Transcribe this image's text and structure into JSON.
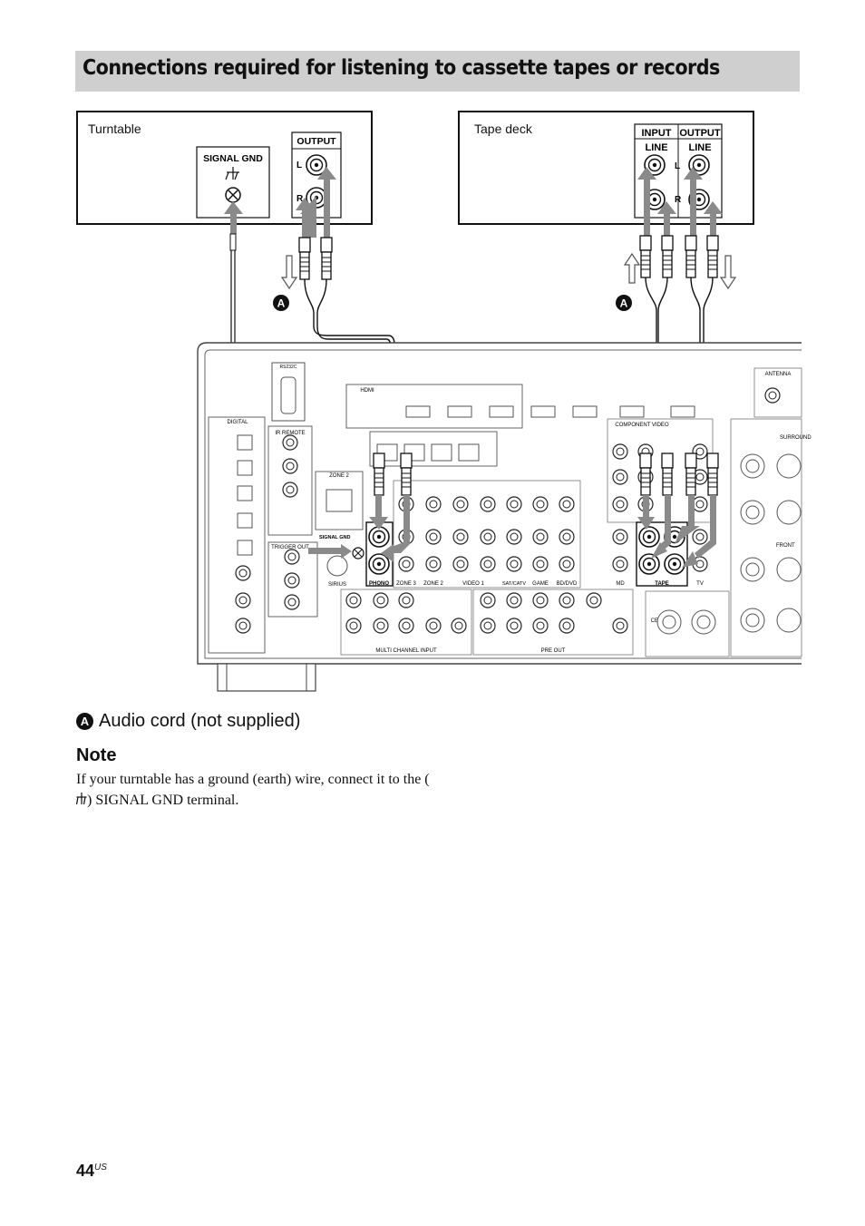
{
  "title": "Connections required for listening to cassette tapes or records",
  "turntable": {
    "label": "Turntable",
    "signal_gnd": "SIGNAL GND",
    "output": "OUTPUT",
    "ch_l": "L",
    "ch_r": "R"
  },
  "tape_deck": {
    "label": "Tape deck",
    "input": "INPUT",
    "output": "OUTPUT",
    "line": "LINE",
    "ch_l": "L",
    "ch_r": "R"
  },
  "cable_badge": "A",
  "receiver": {
    "hdmi": "HDMI",
    "zone2": "ZONE 2",
    "ir_remote": "IR REMOTE",
    "trigger_out": "TRIGGER OUT",
    "signal_gnd": "SIGNAL GND",
    "sirius": "SIRIUS",
    "phono": "PHONO",
    "zone3": "ZONE 3",
    "zone2b": "ZONE 2",
    "video1": "VIDEO 1",
    "satcatv": "SAT/CATV",
    "game": "GAME",
    "bddvd": "BD/DVD",
    "md": "MD",
    "tape": "TAPE",
    "tv": "TV",
    "multi_channel_input": "MULTI CHANNEL INPUT",
    "pre_out": "PRE OUT",
    "center": "CENTER",
    "antenna": "ANTENNA",
    "component": "COMPONENT VIDEO",
    "rs232c": "RS232C",
    "digital": "DIGITAL",
    "surround": "SURROUND",
    "front": "FRONT"
  },
  "legend": {
    "badge": "A",
    "text": "Audio cord (not supplied)"
  },
  "note": {
    "heading": "Note",
    "text_before": "If your turntable has a ground (earth) wire, connect it to the (",
    "text_after": ") SIGNAL GND terminal."
  },
  "page": {
    "number": "44",
    "suffix": "US"
  }
}
